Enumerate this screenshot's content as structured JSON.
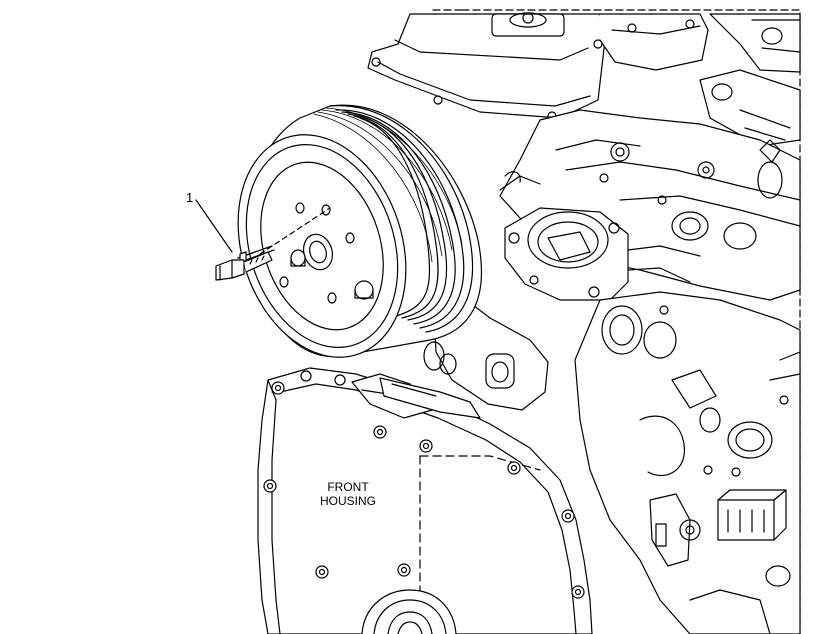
{
  "callouts": [
    {
      "number": "1"
    }
  ],
  "labels": {
    "front_housing_line1": "FRONT",
    "front_housing_line2": "HOUSING"
  },
  "colors": {
    "line": "#000000",
    "background": "#ffffff"
  }
}
